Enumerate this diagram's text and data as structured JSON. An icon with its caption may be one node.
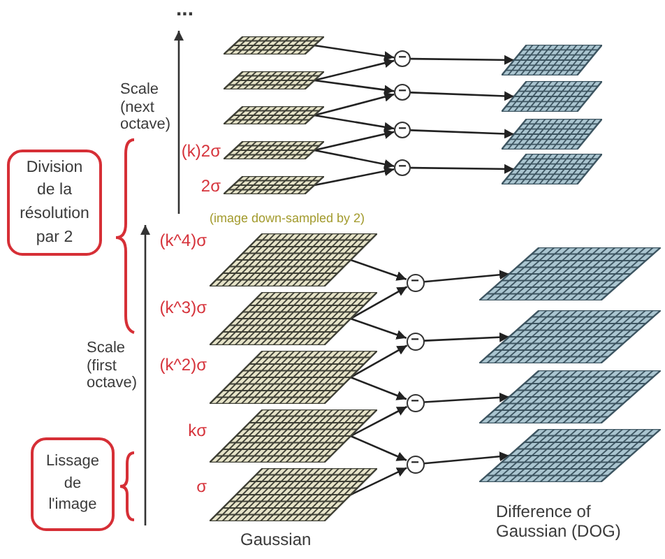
{
  "diagram": {
    "nodes": [
      {
        "text": [],
        "shape": "grid"
      },
      {
        "text": [],
        "shape": "grid"
      },
      {
        "text": [],
        "shape": "grid"
      },
      {
        "text": [],
        "shape": "grid",
        "beside": [
          "(k)2σ"
        ]
      },
      {
        "text": [],
        "shape": "grid",
        "beside": [
          "2σ"
        ]
      },
      {
        "text": [
          "−"
        ]
      },
      {
        "text": [
          "−"
        ]
      },
      {
        "text": [
          "−"
        ]
      },
      {
        "text": [
          "−"
        ]
      },
      {
        "text": [],
        "shape": "grid"
      },
      {
        "text": [],
        "shape": "grid"
      },
      {
        "text": [],
        "shape": "grid"
      },
      {
        "text": [],
        "shape": "grid"
      },
      {
        "text": [
          "Division de la résolution par 2"
        ]
      },
      {
        "text": [],
        "shape": "grid",
        "beside": [
          "(k^4)σ"
        ]
      },
      {
        "text": [],
        "shape": "grid",
        "beside": [
          "(k^3)σ"
        ]
      },
      {
        "text": [],
        "shape": "grid",
        "beside": [
          "(k^2)σ"
        ]
      },
      {
        "text": [],
        "shape": "grid",
        "beside": [
          "kσ"
        ]
      },
      {
        "text": [],
        "shape": "grid",
        "beside": [
          "σ"
        ]
      },
      {
        "text": [
          "−"
        ]
      },
      {
        "text": [
          "−"
        ]
      },
      {
        "text": [
          "−"
        ]
      },
      {
        "text": [
          "−"
        ]
      },
      {
        "text": [],
        "shape": "grid"
      },
      {
        "text": [],
        "shape": "grid"
      },
      {
        "text": [],
        "shape": "grid"
      },
      {
        "text": [],
        "shape": "grid"
      },
      {
        "text": [
          "Lissage de l'image"
        ]
      }
    ],
    "edges": [
      {
        "from": 0,
        "to": 5,
        "arrow": "to"
      },
      {
        "from": 1,
        "to": 5,
        "arrow": "to"
      },
      {
        "from": 1,
        "to": 6,
        "arrow": "to"
      },
      {
        "from": 2,
        "to": 6,
        "arrow": "to"
      },
      {
        "from": 2,
        "to": 7,
        "arrow": "to"
      },
      {
        "from": 3,
        "to": 7,
        "arrow": "to"
      },
      {
        "from": 3,
        "to": 8,
        "arrow": "to"
      },
      {
        "from": 4,
        "to": 8,
        "arrow": "to"
      },
      {
        "from": 5,
        "to": 9,
        "arrow": "to"
      },
      {
        "from": 6,
        "to": 10,
        "arrow": "to"
      },
      {
        "from": 7,
        "to": 11,
        "arrow": "to"
      },
      {
        "from": 8,
        "to": 12,
        "arrow": "to"
      },
      {
        "from": 14,
        "to": 19,
        "arrow": "to"
      },
      {
        "from": 15,
        "to": 19,
        "arrow": "to"
      },
      {
        "from": 15,
        "to": 20,
        "arrow": "to"
      },
      {
        "from": 16,
        "to": 20,
        "arrow": "to"
      },
      {
        "from": 16,
        "to": 21,
        "arrow": "to"
      },
      {
        "from": 17,
        "to": 21,
        "arrow": "to"
      },
      {
        "from": 17,
        "to": 22,
        "arrow": "to"
      },
      {
        "from": 18,
        "to": 22,
        "arrow": "to"
      },
      {
        "from": 19,
        "to": 23,
        "arrow": "to"
      },
      {
        "from": 20,
        "to": 24,
        "arrow": "to"
      },
      {
        "from": 21,
        "to": 25,
        "arrow": "to"
      },
      {
        "from": 22,
        "to": 26,
        "arrow": "to"
      }
    ],
    "labels": [
      "...",
      "Scale (next octave)",
      "(image down-sampled by 2)",
      "Scale (first octave)",
      "Gaussian",
      "Difference of Gaussian (DOG)"
    ]
  }
}
